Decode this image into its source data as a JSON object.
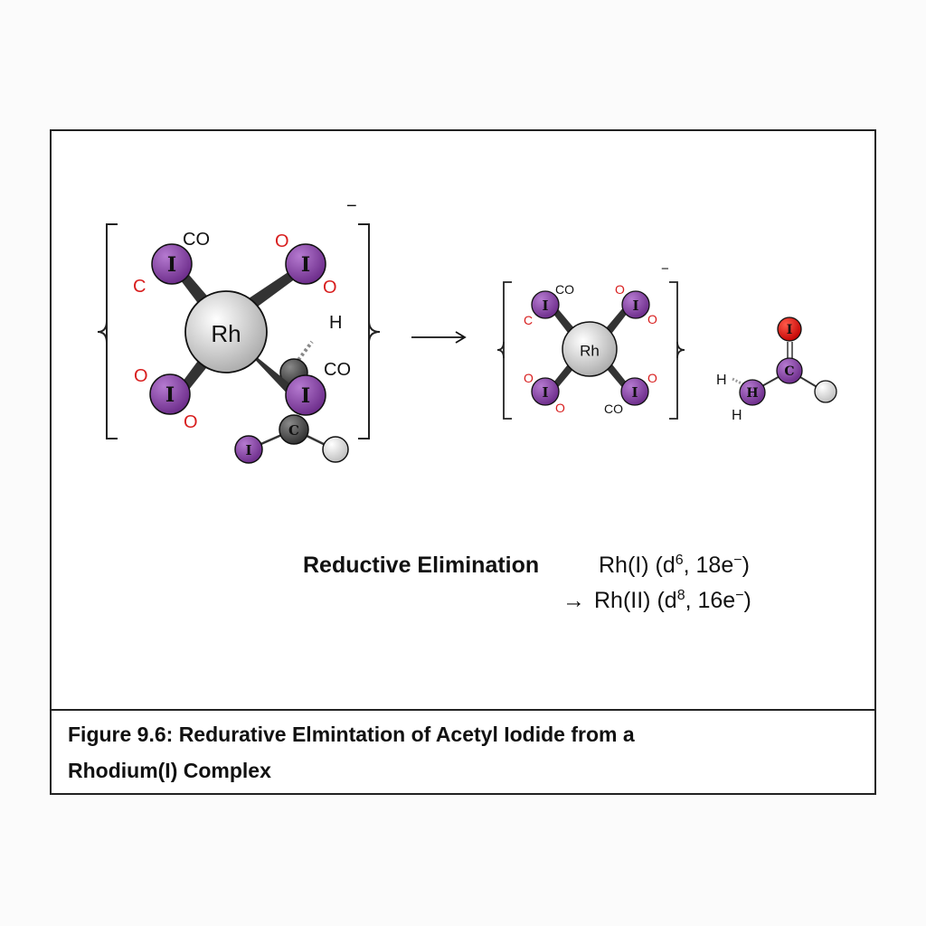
{
  "reactant": {
    "charge": "−",
    "metal": "Rh",
    "iodide": "I",
    "carbon": "C",
    "labels": {
      "co_top": "CO",
      "c_left": "C",
      "o_tr1": "O",
      "o_tr2": "O",
      "h": "H",
      "co_right": "CO",
      "o_bl1": "O",
      "o_bl2": "O"
    }
  },
  "product_complex": {
    "charge": "−",
    "metal": "Rh",
    "iodide": "I",
    "labels": {
      "co_top": "CO",
      "c_left": "C",
      "o_tr1": "O",
      "o_tr2": "O",
      "o_bl1": "O",
      "o_bl2": "O",
      "co_bottom": "CO",
      "o_br": "O"
    }
  },
  "acetyl": {
    "top_atom": "I",
    "carbon": "C",
    "methyl": "H",
    "h1": "H",
    "h2": "H"
  },
  "reaction": {
    "title": "Reductive Elimination",
    "line1": {
      "a": "Rh(I) (d",
      "sup1": "6",
      "b": ", 18e",
      "sup2": "−",
      "c": ")"
    },
    "line2": {
      "arrow": "→",
      "a": "Rh(II) (d",
      "sup1": "8",
      "b": ", 16e",
      "sup2": "−",
      "c": ")"
    }
  },
  "caption": {
    "line1": "Figure 9.6: Redurative Elmintation of Acetyl Iodide from a",
    "line2": "Rhodium(I) Complex"
  },
  "colors": {
    "iodine": "#8a3fa8",
    "oxygen_label": "#d81e1e",
    "carbon": "#555555",
    "rhodium": "#d8d8d8"
  }
}
